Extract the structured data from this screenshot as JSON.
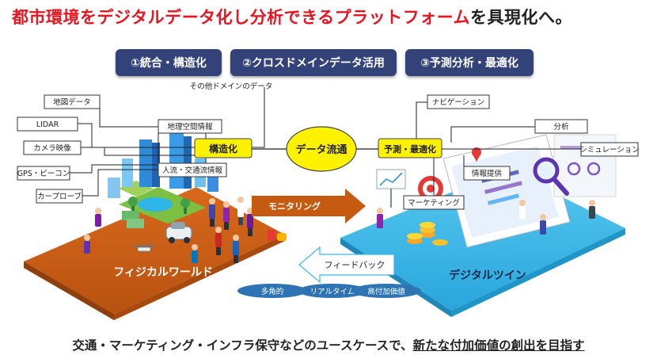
{
  "title": {
    "red": "都市環境をデジタルデータ化し分析できるプラットフォーム",
    "black": "を具現化へ。"
  },
  "steps": [
    "①統合・構造化",
    "②クロスドメインデータ活用",
    "③予測分析・最適化"
  ],
  "left_sources": [
    "地図データ",
    "LIDAR",
    "カメラ映像",
    "GPS・ビーコン",
    "カープローブ"
  ],
  "left_info": [
    "地理空間情報",
    "人流・交通流情報"
  ],
  "other_domain": "その他ドメインのデータ",
  "structuring": "構造化",
  "data_flow": "データ流通",
  "predict": "予測・最適化",
  "right_outputs": [
    "ナビゲーション",
    "分析",
    "シミュレーション",
    "情報提供",
    "マーケティング"
  ],
  "monitoring": "モニタリング",
  "feedback": "フィードバック",
  "physical": "フィジカルワールド",
  "digital": "デジタルツイン",
  "badges": [
    "多角的",
    "リアルタイム",
    "高付加価値"
  ],
  "bottom": {
    "plain": "交通・マーケティング・インフラ保守などのユースケースで、",
    "underlined": "新たな付加価値の創出を目指す"
  },
  "colors": {
    "title_red": "#e8141f",
    "pill": "#33437a",
    "yellow": "#fff200",
    "physical": "#c65a11",
    "digital": "#37b7e8",
    "arrow": "#c65a11",
    "badge": "#2e74b5"
  }
}
